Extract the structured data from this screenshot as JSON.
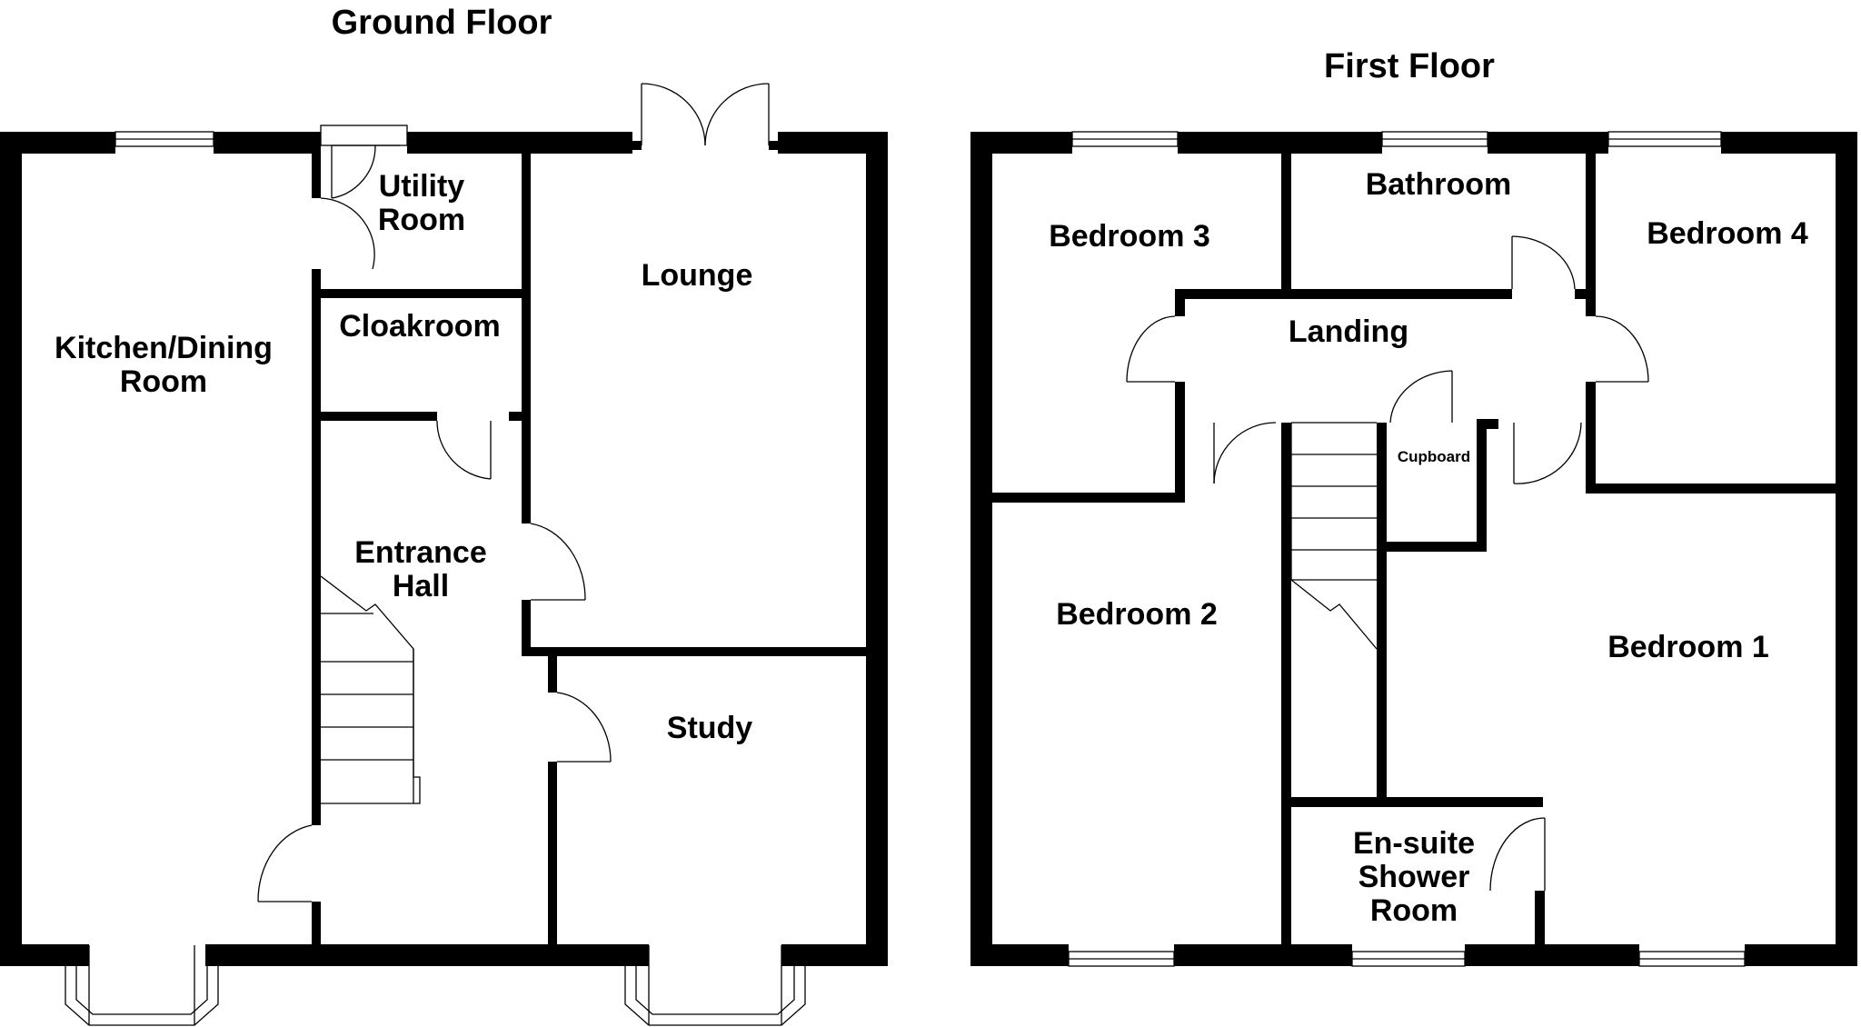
{
  "floors": [
    {
      "title": "Ground Floor",
      "rooms": {
        "kitchen_line1": "Kitchen/Dining",
        "kitchen_line2": "Room",
        "utility_line1": "Utility",
        "utility_line2": "Room",
        "cloakroom": "Cloakroom",
        "lounge": "Lounge",
        "hall_line1": "Entrance",
        "hall_line2": "Hall",
        "study": "Study"
      }
    },
    {
      "title": "First Floor",
      "rooms": {
        "bedroom3": "Bedroom 3",
        "bathroom": "Bathroom",
        "bedroom4": "Bedroom 4",
        "landing": "Landing",
        "cupboard": "Cupboard",
        "bedroom2": "Bedroom 2",
        "bedroom1": "Bedroom 1",
        "ensuite_line1": "En-suite",
        "ensuite_line2": "Shower",
        "ensuite_line3": "Room"
      }
    }
  ]
}
